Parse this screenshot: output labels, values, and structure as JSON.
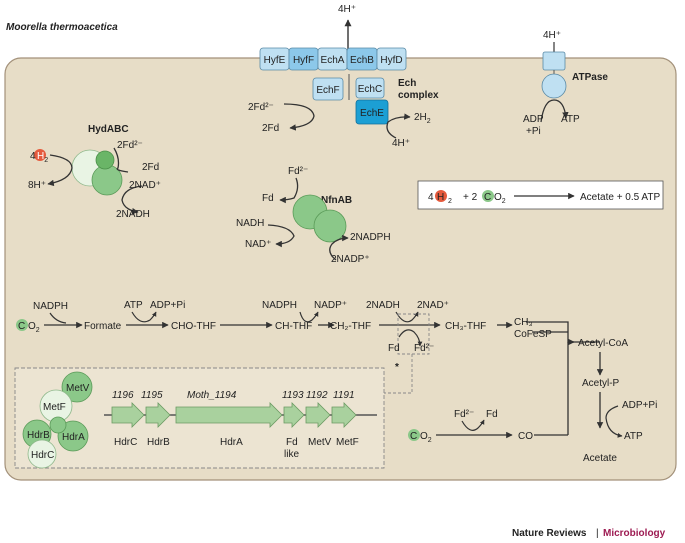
{
  "organism": "Moorella thermoacetica",
  "ech": {
    "title": "Ech",
    "title2": "complex",
    "proton_out": "4H⁺",
    "subunits_top": [
      "HyfE",
      "HyfF",
      "EchA",
      "EchB",
      "HyfD"
    ],
    "subunits_mid": [
      "EchF",
      "EchC"
    ],
    "subunit_bottom": "EchE",
    "fd_red": "2Fd²⁻",
    "fd_ox": "2Fd",
    "h2": "2H",
    "h2_sub": "2",
    "protons_in": "4H⁺"
  },
  "atpase": {
    "label": "ATPase",
    "protons": "4H⁺",
    "adp": "ADP",
    "pi": "+Pi",
    "atp": "ATP"
  },
  "hydabc": {
    "label": "HydABC",
    "h2_prefix": "4",
    "h2_sub": "2",
    "protons": "8H⁺",
    "fd_red": "2Fd²⁻",
    "fd_ox": "2Fd",
    "nad": "2NAD⁺",
    "nadh": "2NADH"
  },
  "nfnab": {
    "label": "NfnAB",
    "fd_red": "Fd²⁻",
    "fd_ox": "Fd",
    "nadh": "NADH",
    "nad": "NAD⁺",
    "nadph": "2NADPH",
    "nadp": "2NADP⁺"
  },
  "overall": {
    "h2_prefix": "4",
    "h2_sub": "2",
    "plus": "+ 2",
    "co2_sub": "2",
    "product": "Acetate + 0.5 ATP"
  },
  "pathway": {
    "co2_sub": "2",
    "nadph1": "NADPH",
    "formate": "Formate",
    "atp": "ATP",
    "adp_pi": "ADP+Pi",
    "cho_thf": "CHO-THF",
    "nadph2": "NADPH",
    "nadp": "NADP⁺",
    "ch_thf": "CH-THF",
    "ch2_thf": "CH₂-THF",
    "nadh2": "2NADH",
    "nad2": "2NAD⁺",
    "fd": "Fd",
    "star": "*",
    "fd2": "Fd²⁻",
    "ch3_thf": "CH₃-THF",
    "ch3": "CH₃-",
    "cofesp": "CoFeSP",
    "acetyl_coa": "Acetyl-CoA",
    "acetyl_p": "Acetyl-P",
    "adp_pi2": "ADP+Pi",
    "atp2": "ATP",
    "acetate": "Acetate",
    "fd_red3": "Fd²⁻",
    "fd_ox3": "Fd",
    "co": "CO"
  },
  "gene_cluster": {
    "complex_subunits": [
      "MetV",
      "MetF",
      "HdrB",
      "HdrA",
      "HdrC"
    ],
    "locus_tags": [
      "1196",
      "1195",
      "Moth_1194",
      "1193",
      "1192",
      "1191"
    ],
    "genes": [
      "HdrC",
      "HdrB",
      "HdrA",
      "Fd",
      "MetV",
      "MetF"
    ],
    "fd_sub": "like"
  },
  "publisher": {
    "journal": "Nature Reviews",
    "separator": "|",
    "section": "Microbiology"
  },
  "colors": {
    "cell": "#e7ddc7",
    "cell_border": "#a3917a",
    "blue_light": "#bfe0f2",
    "blue_mid": "#8cc8ea",
    "blue_dark": "#1c9fd4",
    "green": "#8bc889",
    "green_light": "#e9f4e4",
    "arrow": "#333333",
    "accent": "#9d1b52"
  }
}
